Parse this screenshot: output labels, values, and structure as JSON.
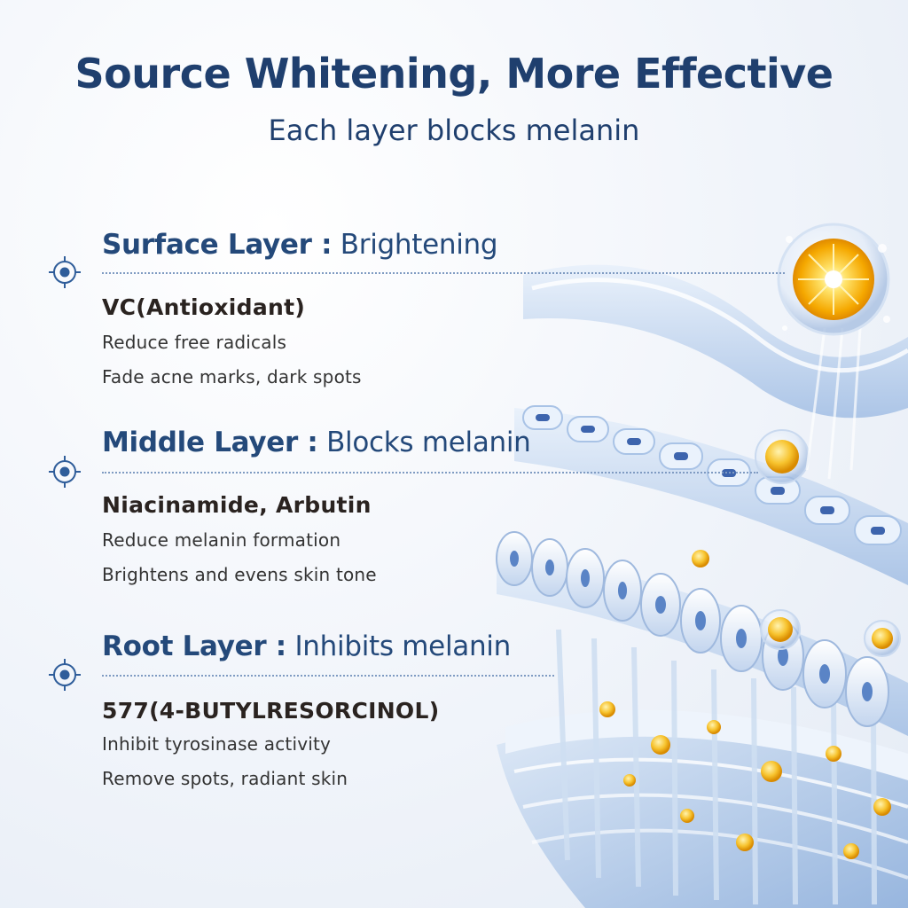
{
  "header": {
    "title": "Source Whitening, More Effective",
    "subtitle": "Each layer blocks melanin"
  },
  "layers": [
    {
      "name": "Surface Layer :",
      "effect": "Brightening",
      "ingredient": "VC(Antioxidant)",
      "benefits": [
        "Reduce free radicals",
        "Fade acne marks, dark spots"
      ]
    },
    {
      "name": "Middle Layer :",
      "effect": "Blocks melanin",
      "ingredient": "Niacinamide, Arbutin",
      "benefits": [
        "Reduce melanin formation",
        "Brightens and evens skin tone"
      ]
    },
    {
      "name": "Root Layer :",
      "effect": "Inhibits melanin",
      "ingredient": "577(4-BUTYLRESORCINOL)",
      "benefits": [
        "Inhibit tyrosinase activity",
        "Remove spots, radiant skin"
      ]
    }
  ],
  "icons": {
    "marker": "crosshair-target-icon",
    "illustration": "skin-layers-illustration"
  },
  "colors": {
    "heading": "#1f3f6e",
    "accent": "#24497a",
    "body_text": "#333333",
    "marker": "#2f5d9a",
    "vitamin": "#f5a800"
  }
}
